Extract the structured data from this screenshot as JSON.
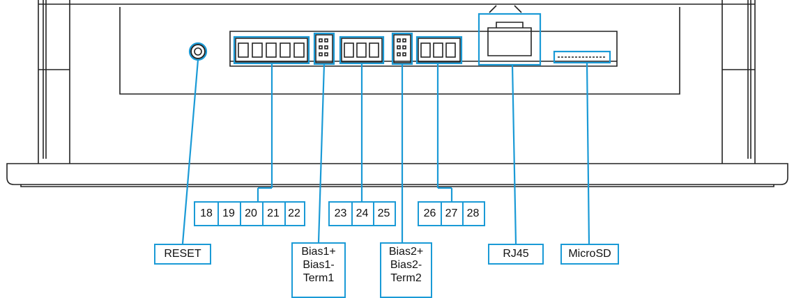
{
  "labels": {
    "reset": "RESET",
    "rj45": "RJ45",
    "microsd": "MicroSD",
    "bias1": [
      "Bias1+",
      "Bias1-",
      "Term1"
    ],
    "bias2": [
      "Bias2+",
      "Bias2-",
      "Term2"
    ]
  },
  "terminal_groups": [
    {
      "terminals": [
        "18",
        "19",
        "20",
        "21",
        "22"
      ]
    },
    {
      "terminals": [
        "23",
        "24",
        "25"
      ]
    },
    {
      "terminals": [
        "26",
        "27",
        "28"
      ]
    }
  ],
  "colors": {
    "callout": "#1a9ad6",
    "outline": "#222222"
  }
}
